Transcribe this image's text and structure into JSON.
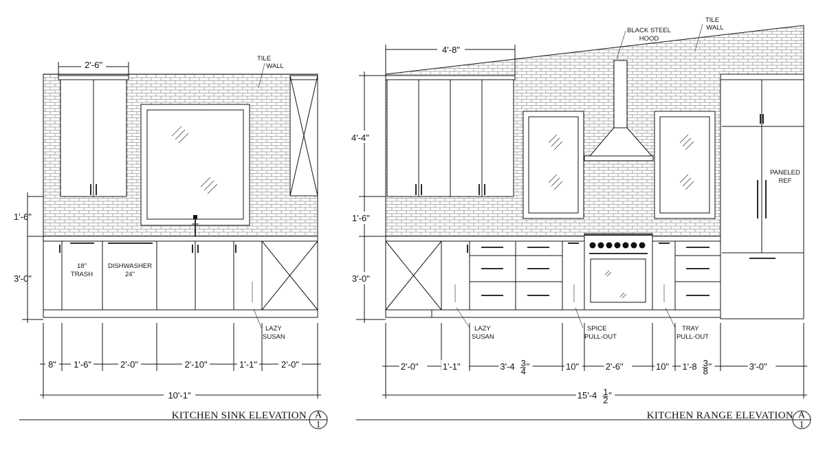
{
  "sink": {
    "title": "KITCHEN SINK ELEVATION",
    "bubble_top": "A",
    "bubble_bottom": "1",
    "tile_label": [
      "TILE",
      "WALL"
    ],
    "cabinet_width_dim": "2'-6\"",
    "backsplash_dim": "1'-6\"",
    "base_height_dim": "3'-0\"",
    "trash_label": [
      "18\"",
      "TRASH"
    ],
    "dishwasher_label": [
      "DISHWASHER",
      "24\""
    ],
    "lazy_susan_label": [
      "LAZY",
      "SUSAN"
    ],
    "bottom_dims": [
      "8\"",
      "1'-6\"",
      "2'-0\"",
      "2'-10\"",
      "1'-1\"",
      "2'-0\""
    ],
    "overall_dim": "10'-1\""
  },
  "range": {
    "title": "KITCHEN RANGE ELEVATION",
    "bubble_top": "A",
    "bubble_bottom": "1",
    "top_dim": "4'-8\"",
    "hood_label": [
      "BLACK STEEL",
      "HOOD"
    ],
    "tile_label": [
      "TILE",
      "WALL"
    ],
    "upper_height_dim": "4'-4\"",
    "backsplash_dim": "1'-6\"",
    "base_height_dim": "3'-0\"",
    "ref_label": [
      "PANELED",
      "REF"
    ],
    "lazy_susan_label": [
      "LAZY",
      "SUSAN"
    ],
    "spice_label": [
      "SPICE",
      "PULL-OUT"
    ],
    "tray_label": [
      "TRAY",
      "PULL-OUT"
    ],
    "bottom_dims": [
      {
        "main": "2'-0\""
      },
      {
        "main": "1'-1\""
      },
      {
        "main": "3'-4",
        "num": "3",
        "den": "4",
        "suffix": "\""
      },
      {
        "main": "10\""
      },
      {
        "main": "2'-6\""
      },
      {
        "main": "10\""
      },
      {
        "main": "1'-8",
        "num": "3",
        "den": "8",
        "suffix": "\""
      },
      {
        "main": "3'-0\""
      }
    ],
    "overall_dim": {
      "main": "15'-4",
      "num": "1",
      "den": "2",
      "suffix": "\""
    }
  }
}
